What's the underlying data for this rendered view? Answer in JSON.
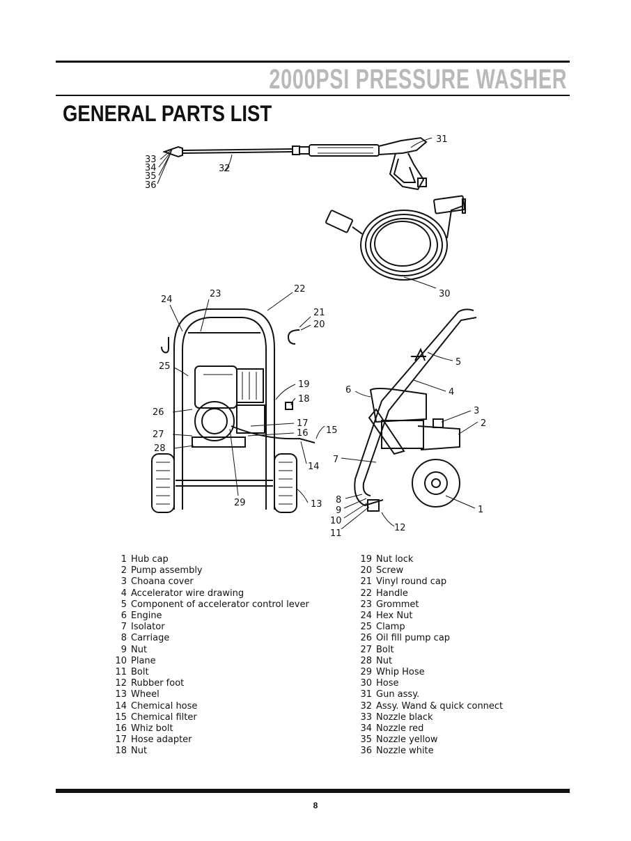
{
  "header": {
    "title": "2000PSI PRESSURE WASHER"
  },
  "section": {
    "title": "GENERAL PARTS LIST"
  },
  "callouts": {
    "c1": "1",
    "c2": "2",
    "c3": "3",
    "c4": "4",
    "c5": "5",
    "c6": "6",
    "c7": "7",
    "c8": "8",
    "c9": "9",
    "c10": "10",
    "c11": "11",
    "c12": "12",
    "c13": "13",
    "c14": "14",
    "c15": "15",
    "c16": "16",
    "c17": "17",
    "c18": "18",
    "c19": "19",
    "c20": "20",
    "c21": "21",
    "c22": "22",
    "c23": "23",
    "c24": "24",
    "c25": "25",
    "c26": "26",
    "c27": "27",
    "c28": "28",
    "c29": "29",
    "c30": "30",
    "c31": "31",
    "c32": "32",
    "c33": "33",
    "c34": "34",
    "c35": "35",
    "c36": "36"
  },
  "parts_left": [
    {
      "num": "1",
      "name": "Hub cap"
    },
    {
      "num": "2",
      "name": "Pump assembly"
    },
    {
      "num": "3",
      "name": "Choana cover"
    },
    {
      "num": "4",
      "name": "Accelerator wire drawing"
    },
    {
      "num": "5",
      "name": "Component of accelerator control lever"
    },
    {
      "num": "6",
      "name": "Engine"
    },
    {
      "num": "7",
      "name": "Isolator"
    },
    {
      "num": "8",
      "name": "Carriage"
    },
    {
      "num": "9",
      "name": "Nut"
    },
    {
      "num": "10",
      "name": "Plane"
    },
    {
      "num": "11",
      "name": "Bolt"
    },
    {
      "num": "12",
      "name": "Rubber foot"
    },
    {
      "num": "13",
      "name": "Wheel"
    },
    {
      "num": "14",
      "name": "Chemical hose"
    },
    {
      "num": "15",
      "name": "Chemical filter"
    },
    {
      "num": "16",
      "name": "Whiz bolt"
    },
    {
      "num": "17",
      "name": "Hose adapter"
    },
    {
      "num": "18",
      "name": "Nut"
    }
  ],
  "parts_right": [
    {
      "num": "19",
      "name": "Nut lock"
    },
    {
      "num": "20",
      "name": "Screw"
    },
    {
      "num": "21",
      "name": "Vinyl round cap"
    },
    {
      "num": "22",
      "name": "Handle"
    },
    {
      "num": "23",
      "name": "Grommet"
    },
    {
      "num": "24",
      "name": "Hex Nut"
    },
    {
      "num": "25",
      "name": "Clamp"
    },
    {
      "num": "26",
      "name": "Oil fill pump cap"
    },
    {
      "num": "27",
      "name": "Bolt"
    },
    {
      "num": "28",
      "name": "Nut"
    },
    {
      "num": "29",
      "name": "Whip Hose"
    },
    {
      "num": "30",
      "name": "Hose"
    },
    {
      "num": "31",
      "name": "Gun assy."
    },
    {
      "num": "32",
      "name": "Assy. Wand & quick connect"
    },
    {
      "num": "33",
      "name": "Nozzle black"
    },
    {
      "num": "34",
      "name": "Nozzle red"
    },
    {
      "num": "35",
      "name": "Nozzle yellow"
    },
    {
      "num": "36",
      "name": "Nozzle white"
    }
  ],
  "footer": {
    "page_number": "8"
  }
}
